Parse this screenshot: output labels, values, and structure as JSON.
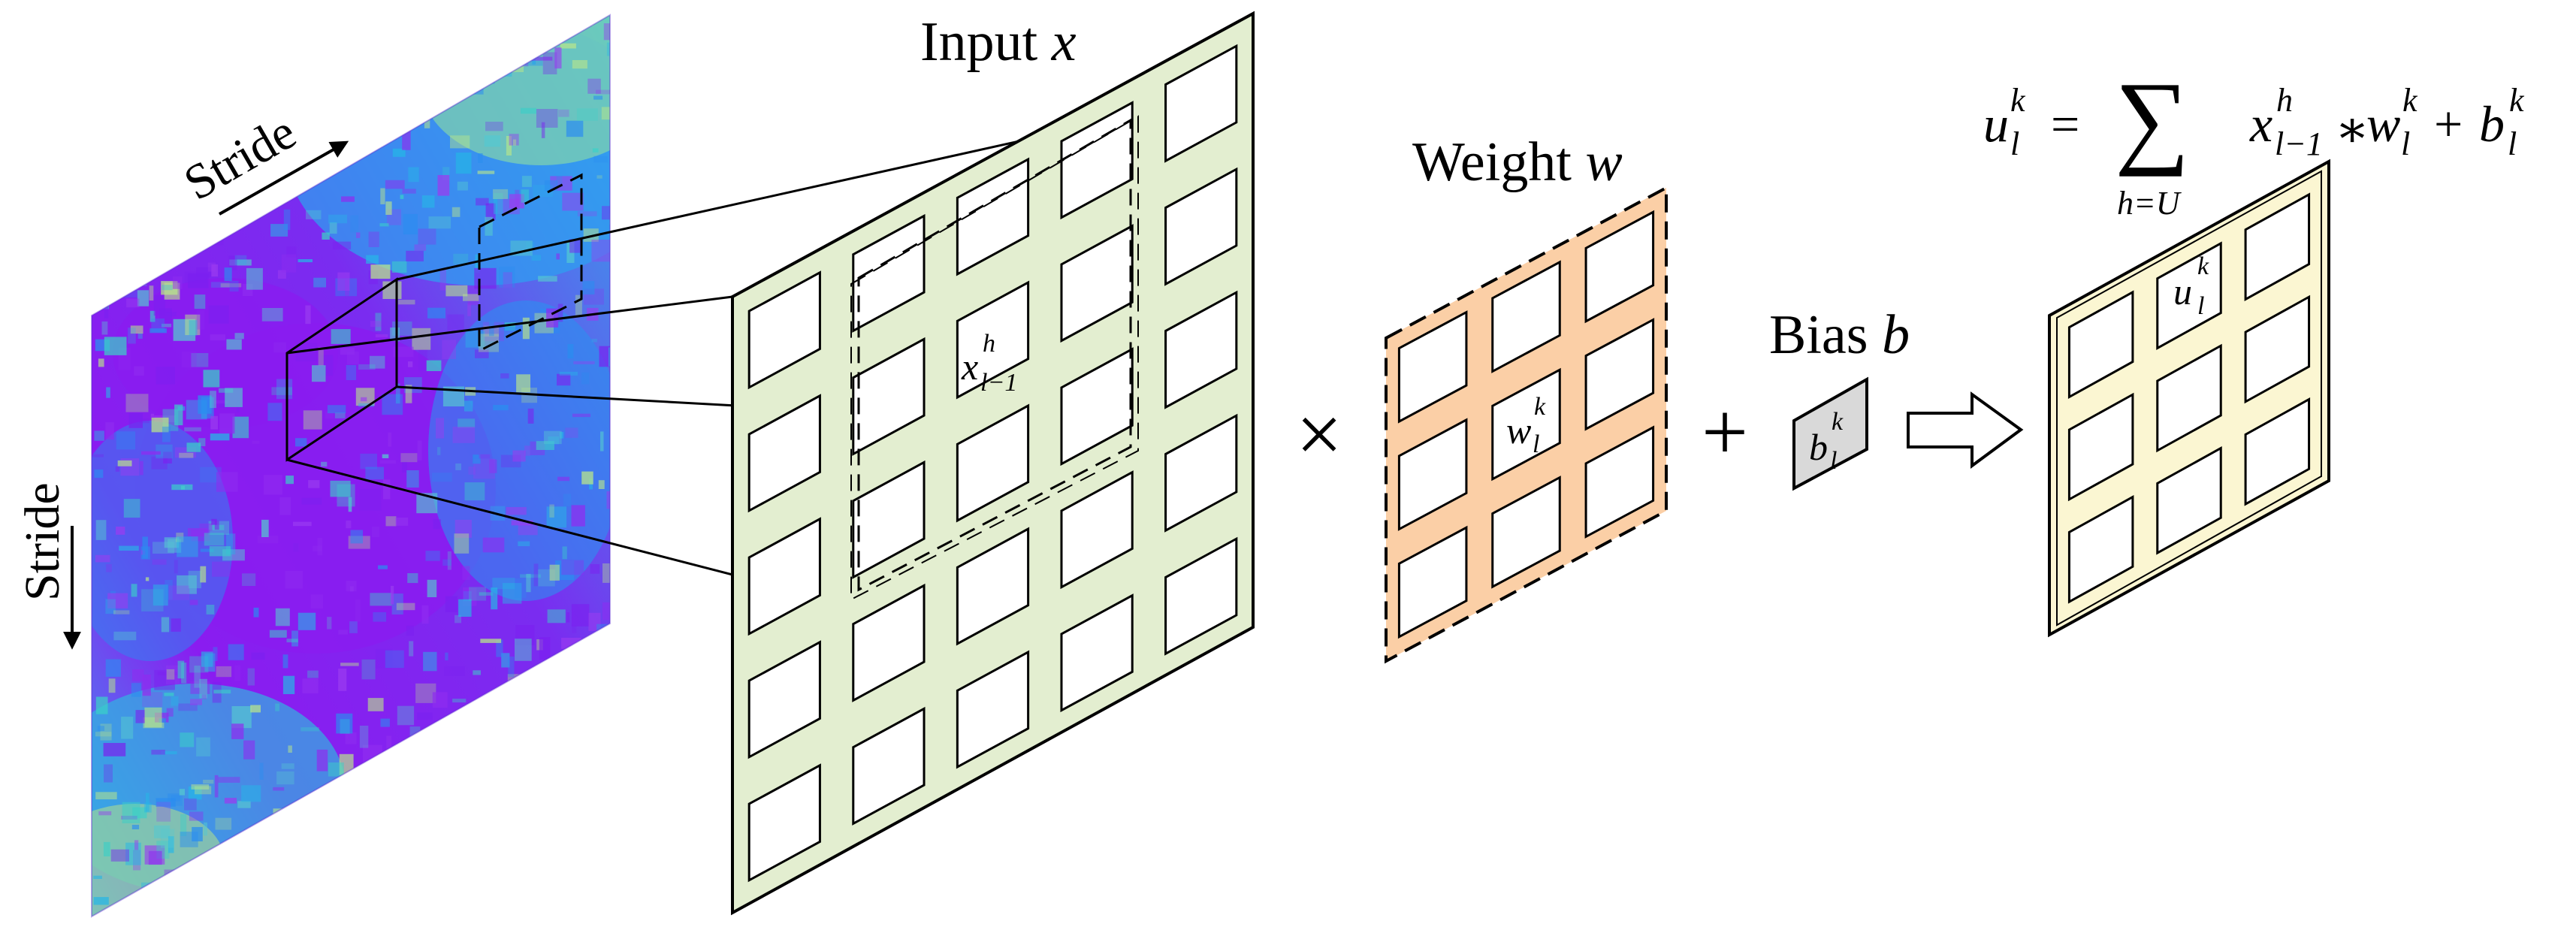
{
  "labels": {
    "input": "Input",
    "input_var": "x",
    "weight": "Weight",
    "weight_var": "w",
    "bias": "Bias",
    "bias_var": "b",
    "stride_top": "Stride",
    "stride_left": "Stride",
    "times": "×",
    "plus": "+"
  },
  "symbols": {
    "x_base": "x",
    "x_sub": "l−1",
    "x_sup": "h",
    "w_base": "w",
    "w_sub": "l",
    "w_sup": "k",
    "b_base": "b",
    "b_sub": "l",
    "b_sup": "k",
    "u_base": "u",
    "u_sub": "l",
    "u_sup": "k"
  },
  "formula": {
    "u": "u",
    "u_sub": "l",
    "u_sup": "k",
    "eq": "=",
    "sum": "∑",
    "sum_sub": "h=U",
    "x": "x",
    "x_sub": "l−1",
    "x_sup": "h",
    "star": "∗",
    "w": "w",
    "w_sub": "l",
    "w_sup": "k",
    "plus": "+",
    "b": "b",
    "b_sub": "l",
    "b_sup": "k"
  },
  "colors": {
    "input_panel": "#e3eed0",
    "weight_panel": "#fbcfa6",
    "bias_panel": "#d9d9d9",
    "output_panel": "#fbf6d2",
    "heatmap_low": "#8a1cf0",
    "heatmap_mid": "#2a8df0",
    "heatmap_high": "#d8f08a"
  },
  "icons": [
    "right-arrow-icon",
    "stride-arrow-icon"
  ]
}
